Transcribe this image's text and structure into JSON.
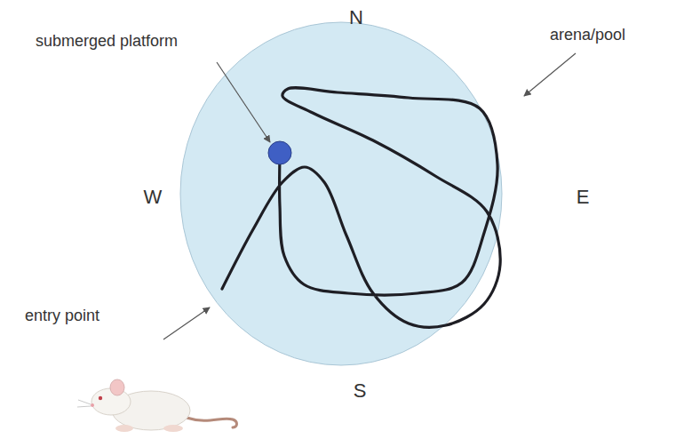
{
  "diagram": {
    "labels": [
      "N",
      "submerged platform",
      "arena/pool",
      "W",
      "E",
      "entry point",
      "S"
    ]
  }
}
